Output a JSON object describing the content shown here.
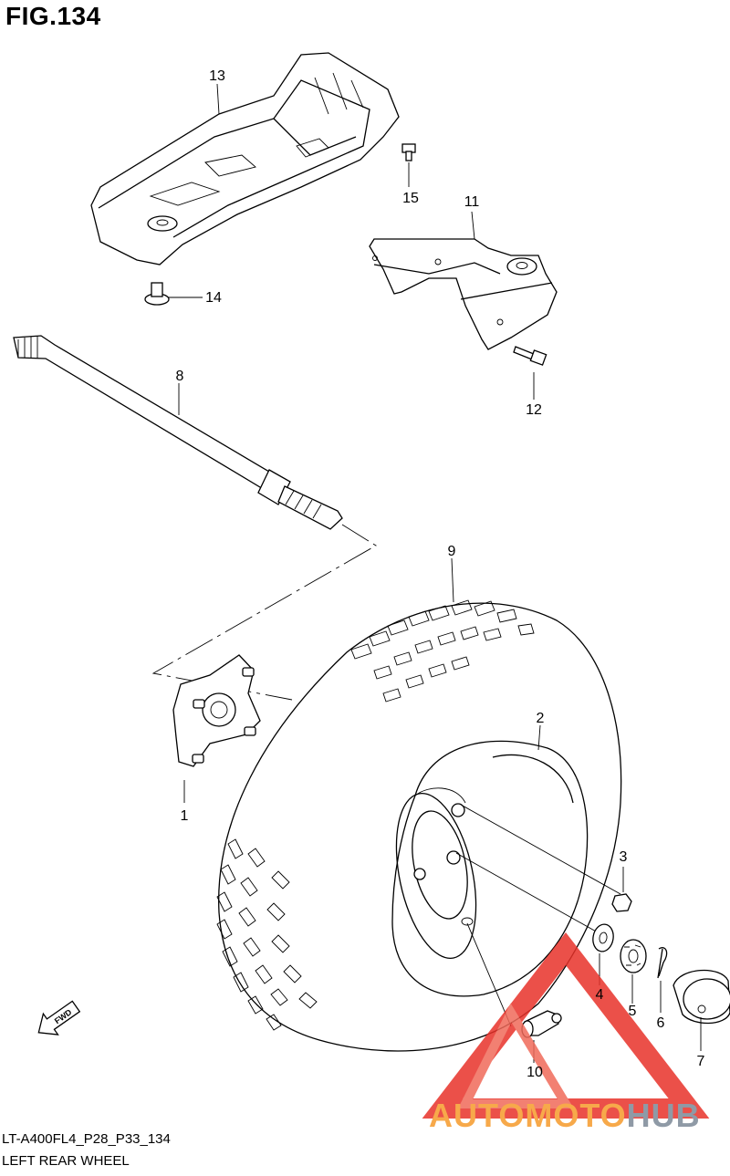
{
  "figure": {
    "title": "FIG.134",
    "code": "LT-A400FL4_P28_P33_134",
    "name": "LEFT REAR WHEEL"
  },
  "callouts": [
    "13",
    "15",
    "11",
    "14",
    "8",
    "12",
    "9",
    "2",
    "1",
    "3",
    "4",
    "5",
    "6",
    "7",
    "10"
  ],
  "direction_badge": "FWD",
  "watermark": {
    "part1": "AUTOMOTO",
    "part2": "HUB",
    "colors": {
      "orange": "#f7a94a",
      "gray": "#8f9aa6",
      "red": "#e8322a"
    }
  }
}
